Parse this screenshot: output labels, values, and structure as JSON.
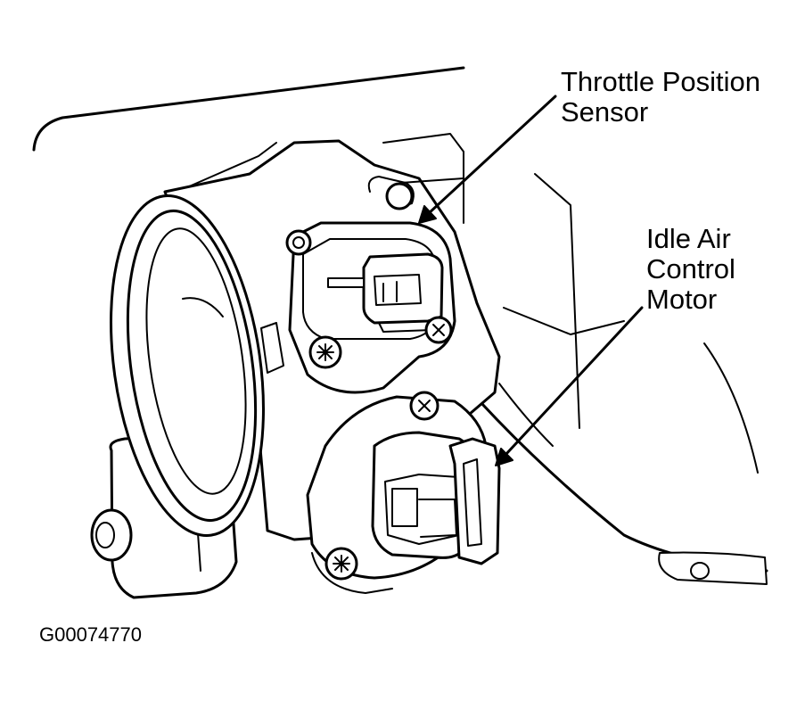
{
  "labels": {
    "throttle_position_sensor": [
      "Throttle Position",
      "Sensor"
    ],
    "idle_air_control_motor": [
      "Idle Air",
      "Control",
      "Motor"
    ]
  },
  "figure_code": "G00074770",
  "colors": {
    "ink": "#000000",
    "paper": "#ffffff"
  }
}
